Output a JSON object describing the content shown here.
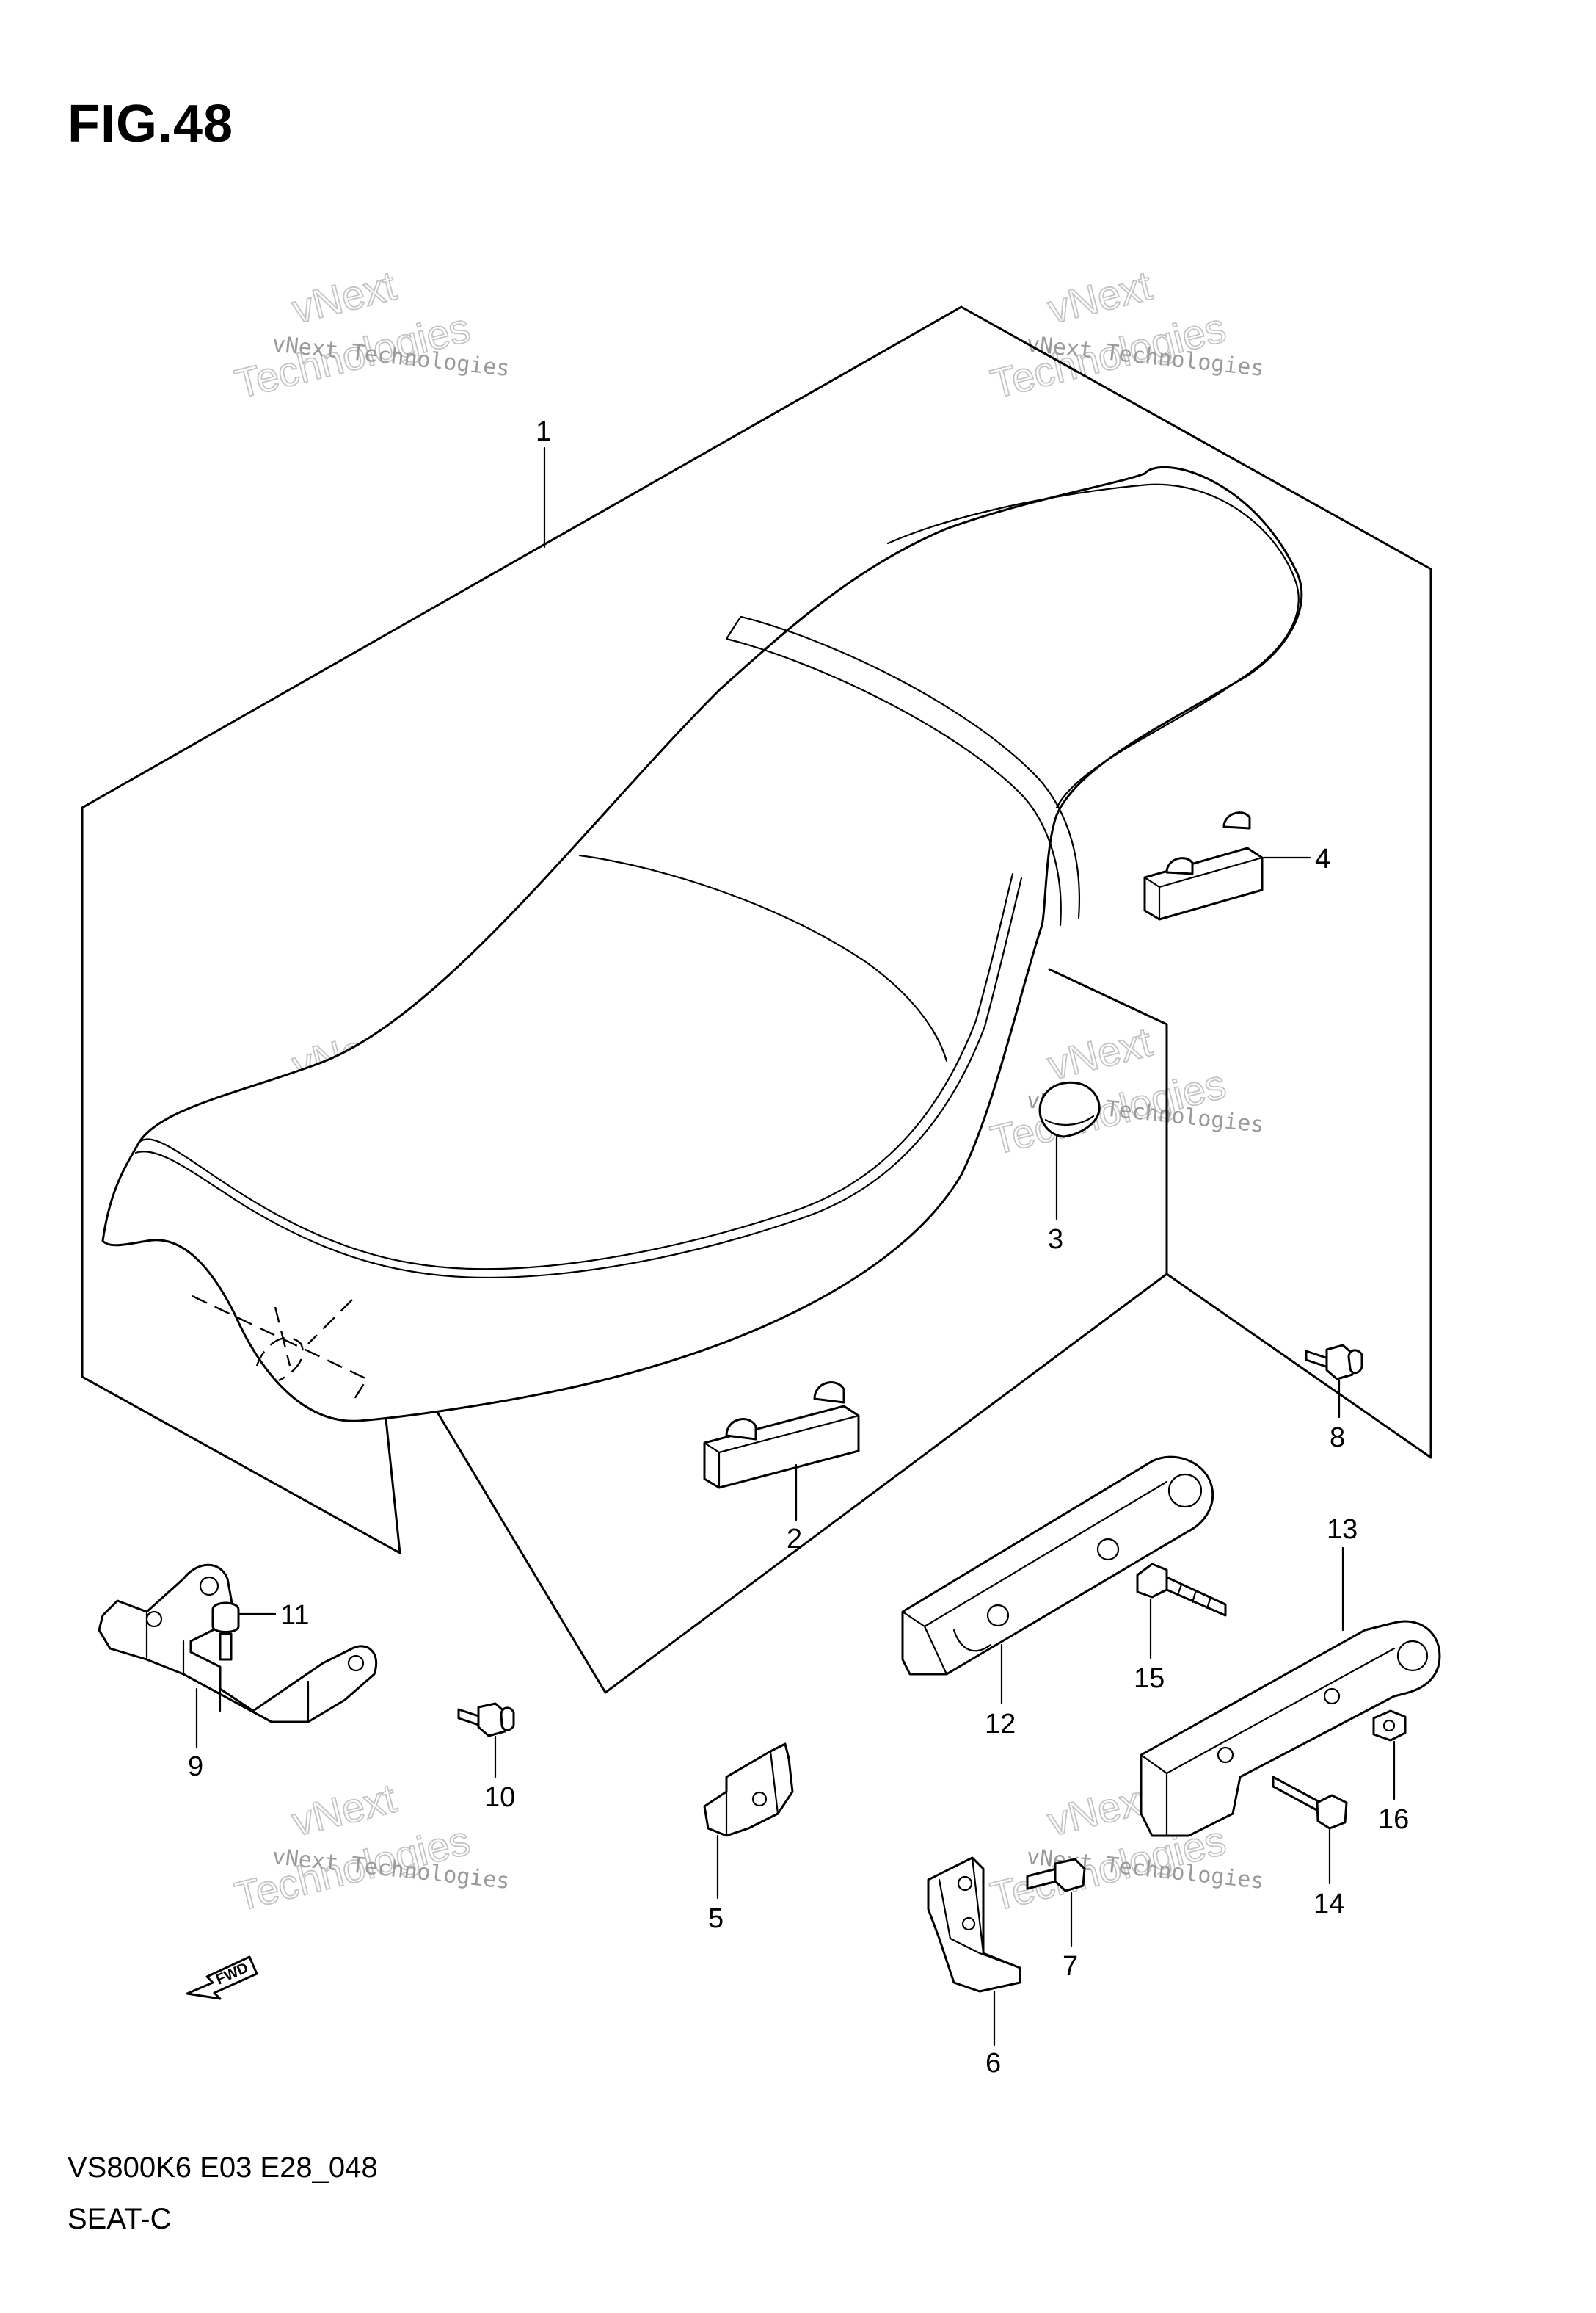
{
  "figure": {
    "title": "FIG.48",
    "model_code": "VS800K6 E03 E28_048",
    "section_name": "SEAT-C"
  },
  "watermark": {
    "line1": "vNext Technologies",
    "line2_top": "vNext",
    "line2_bottom": "Technologies"
  },
  "fwd_label": "FWD",
  "callouts": [
    "1",
    "2",
    "3",
    "4",
    "5",
    "6",
    "7",
    "8",
    "9",
    "10",
    "11",
    "12",
    "13",
    "14",
    "15",
    "16"
  ]
}
